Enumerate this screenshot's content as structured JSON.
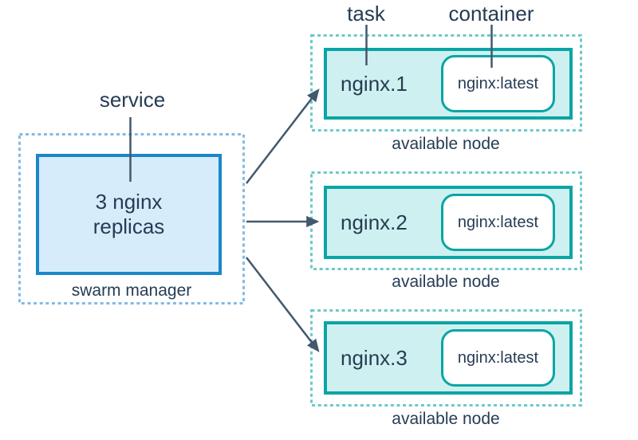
{
  "labels": {
    "service": "service",
    "task": "task",
    "container": "container"
  },
  "manager": {
    "service_line1": "3 nginx",
    "service_line2": "replicas",
    "caption": "swarm manager"
  },
  "nodes": [
    {
      "task": "nginx.1",
      "container": "nginx:latest",
      "caption": "available node"
    },
    {
      "task": "nginx.2",
      "container": "nginx:latest",
      "caption": "available node"
    },
    {
      "task": "nginx.3",
      "container": "nginx:latest",
      "caption": "available node"
    }
  ],
  "colors": {
    "text": "#263C54",
    "connector": "#42586D",
    "service_border": "#1B87C9",
    "service_fill": "#D6ECFA",
    "service_dash": "#85BAE5",
    "node_border": "#0AA5A5",
    "node_fill": "#CFF0F0",
    "node_dash": "#6DC9C9",
    "container_fill": "#FFFFFF"
  }
}
